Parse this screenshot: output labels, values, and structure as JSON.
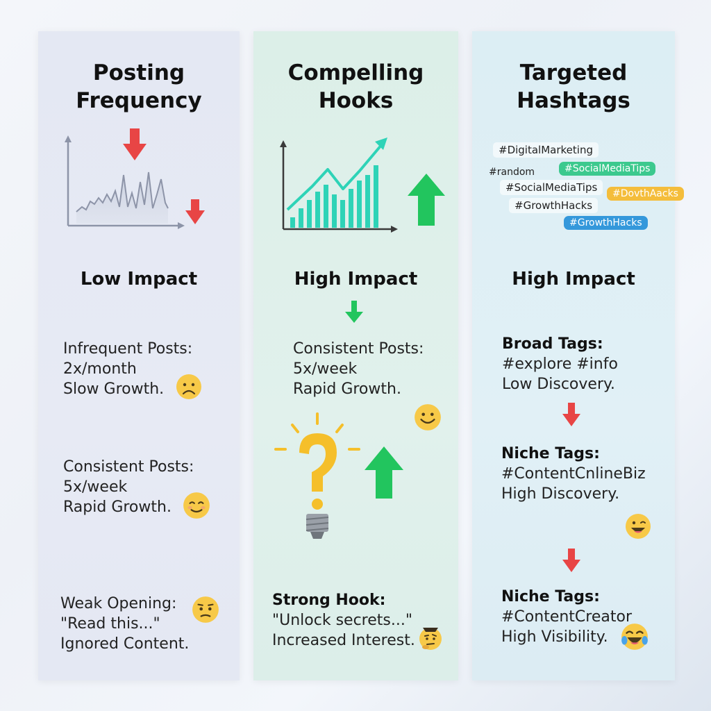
{
  "columns": [
    {
      "title_line1": "Posting",
      "title_line2": "Frequency",
      "impact": "Low Impact",
      "blocks": [
        {
          "line1": "Infrequent Posts:",
          "line2": "2x/month",
          "line3": "Slow Growth.",
          "emoji": "sad-face-icon"
        },
        {
          "line1": "Consistent Posts:",
          "line2": "5x/week",
          "line3": "Rapid Growth.",
          "emoji": "content-face-icon"
        },
        {
          "line1": "Weak Opening:",
          "line2": "\"Read this...\"",
          "line3": "Ignored Content.",
          "emoji": "worried-face-icon"
        }
      ]
    },
    {
      "title_line1": "Compelling",
      "title_line2": "Hooks",
      "impact": "High Impact",
      "blocks": [
        {
          "line1": "Consistent Posts:",
          "line2": "5x/week",
          "line3": "Rapid Growth.",
          "emoji": "smile-face-icon"
        },
        {
          "line1": "Strong Hook:",
          "line2": "\"Unlock secrets...\"",
          "line3": "Increased Interest.",
          "emoji": "thinking-face-icon"
        }
      ]
    },
    {
      "title_line1": "Targeted",
      "title_line2": "Hashtags",
      "impact": "High Impact",
      "hashtags": [
        "#DigitalMarketing",
        "#random",
        "#SocialMediaTips",
        "#SocialMediaTips",
        "#DovthAacks",
        "#GrowthHacks",
        "#GrowthHacks"
      ],
      "blocks": [
        {
          "line1": "Broad Tags:",
          "line2": "#explore #info",
          "line3": "Low Discovery."
        },
        {
          "line1": "Niche Tags:",
          "line2": "#ContentCnlineBiz",
          "line3": "High Discovery.",
          "emoji": "grin-face-icon"
        },
        {
          "line1": "Niche Tags:",
          "line2": "#ContentCreator",
          "line3": "High Visibility.",
          "emoji": "laughing-face-icon"
        }
      ]
    }
  ],
  "colors": {
    "down_arrow": "#e84545",
    "up_arrow": "#22c55e",
    "chart_teal": "#2ed3b7",
    "chart_gray": "#8d94a8",
    "bulb_yellow": "#f5bf2a",
    "emoji_yellow": "#f7c948"
  }
}
